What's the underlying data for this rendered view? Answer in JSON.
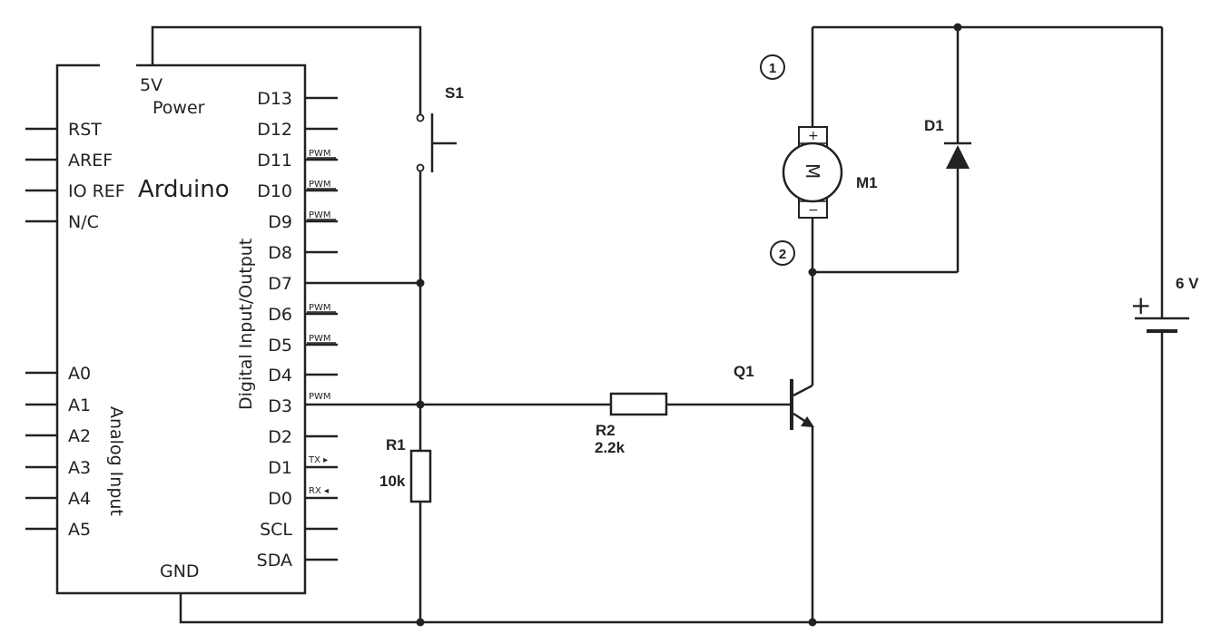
{
  "arduino": {
    "name": "Arduino",
    "power_labels": [
      "5V",
      "Power"
    ],
    "gnd": "GND",
    "digital_header": "Digital Input/Output",
    "analog_header": "Analog Input",
    "left_pins": [
      "RST",
      "AREF",
      "IO REF",
      "N/C"
    ],
    "analog_pins": [
      "A0",
      "A1",
      "A2",
      "A3",
      "A4",
      "A5"
    ],
    "right_pins": [
      "D13",
      "D12",
      "D11",
      "D10",
      "D9",
      "D8",
      "D7",
      "D6",
      "D5",
      "D4",
      "D3",
      "D2",
      "D1",
      "D0",
      "SCL",
      "SDA"
    ],
    "pwm_label": "PWM",
    "tx_label": "TX ▸",
    "rx_label": "RX ◂"
  },
  "components": {
    "switch": "S1",
    "r1_name": "R1",
    "r1_value": "10k",
    "r2_name": "R2",
    "r2_value": "2.2k",
    "transistor": "Q1",
    "motor": "M1",
    "motor_symbol": "M",
    "motor_plus": "+",
    "motor_minus": "−",
    "diode": "D1",
    "battery": "6 V",
    "battery_plus": "+",
    "node1": "1",
    "node2": "2"
  }
}
